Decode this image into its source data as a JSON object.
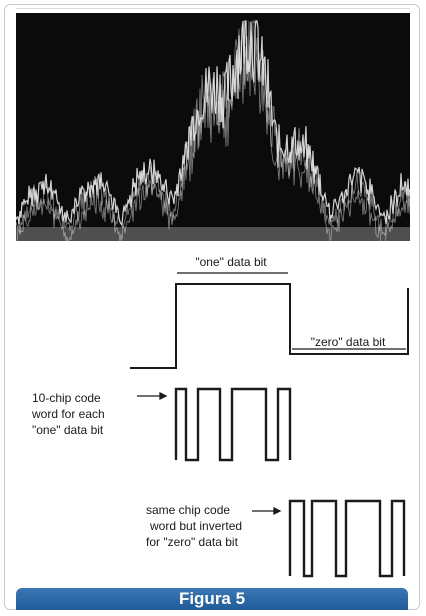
{
  "labels": {
    "one_bit": "\"one\" data bit",
    "zero_bit": "\"zero\" data bit",
    "code_word_lines": [
      "10-chip code",
      "word for each",
      "\"one\" data bit"
    ],
    "inverted_lines": [
      "same chip code",
      "word but inverted",
      "for \"zero\" data bit"
    ]
  },
  "caption": "Figura 5",
  "colors": {
    "caption_bg": "#2a67a8",
    "scope_bg": "#0b0b0b",
    "trace": "#e8e8e8"
  }
}
